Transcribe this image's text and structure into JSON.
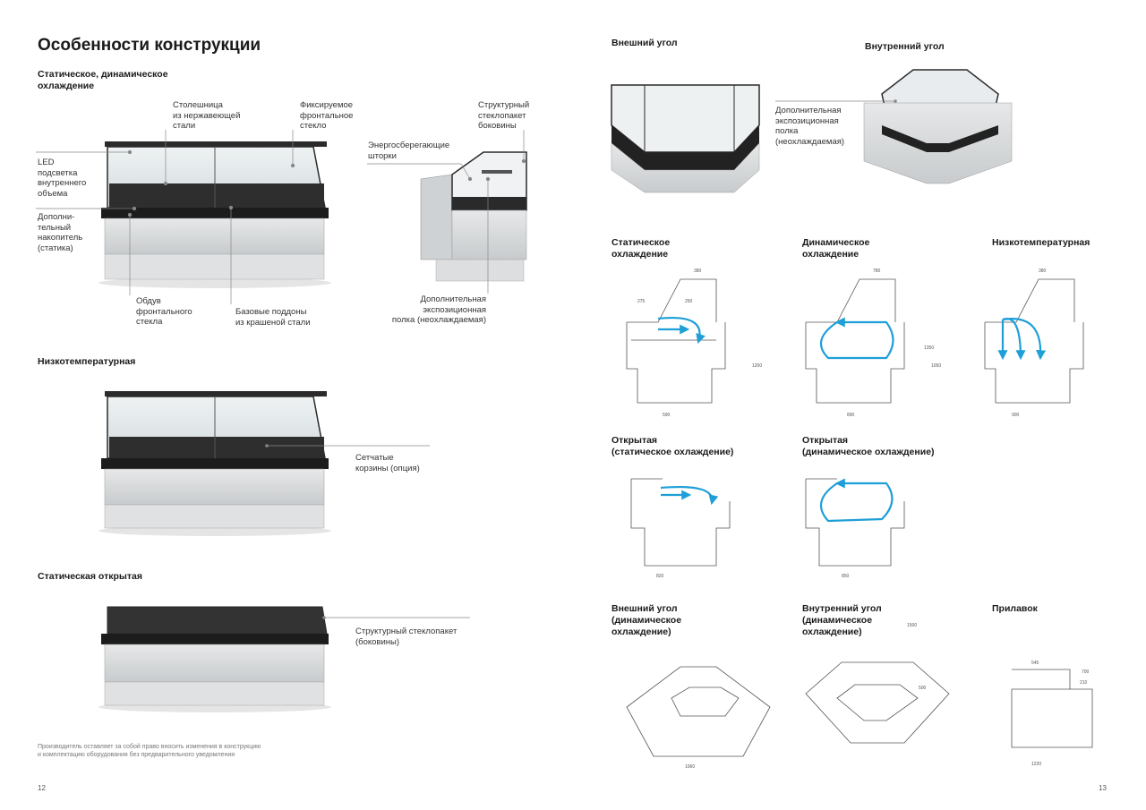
{
  "left": {
    "title": "Особенности конструкции",
    "sections": {
      "static_dynamic": "Статическое, динамическое\nохлаждение",
      "lowtemp": "Низкотемпературная",
      "static_open": "Статическая открытая"
    },
    "callouts": {
      "top_steel": "Столешница\nиз нержавеющей\nстали",
      "fixed_glass": "Фиксируемое\nфронтальное\nстекло",
      "struct_glass": "Структурный\nстеклопакет\nбоковины",
      "energy_curtains": "Энергосберегающие\nшторки",
      "led": "LED\nподсветка\nвнутреннего\nобъема",
      "extra_storage": "Дополни-\nтельный\nнакопитель\n(статика)",
      "airflow": "Обдув\nфронтального\nстекла",
      "base_trays": "Базовые поддоны\nиз крашеной стали",
      "extra_shelf": "Дополнительная\nэкспозиционная\nполка (неохлаждаемая)",
      "mesh_baskets": "Сетчатые\nкорзины (опция)",
      "struct_glass_sides": "Структурный стеклопакет\n(боковины)"
    },
    "disclaimer": "Производитель оставляет за собой право вносить изменения в конструкцию\nи комплектацию оборудования без предварительного уведомления",
    "page_number": "12"
  },
  "right": {
    "outer_corner": "Внешний угол",
    "inner_corner": "Внутренний угол",
    "extra_shelf": "Дополнительная\nэкспозиционная\nполка\n(неохлаждаемая)",
    "diagrams": {
      "static": "Статическое\nохлаждение",
      "dynamic": "Динамическое\nохлаждение",
      "lowtemp": "Низкотемпературная",
      "open_static": "Открытая\n(статическое охлаждение)",
      "open_dynamic": "Открытая\n(динамическое охлаждение)",
      "outer_corner_dyn": "Внешний угол\n(динамическое\nохлаждение)",
      "inner_corner_dyn": "Внутренний угол\n(динамическое\nохлаждение)",
      "counter": "Прилавок"
    },
    "dims": {
      "d380": "380",
      "d275": "275",
      "d250": "250",
      "d590": "590",
      "d780": "780",
      "d1350": "1350",
      "d1500": "1500",
      "d1200": "1200",
      "d820": "820",
      "d850": "850",
      "d1050": "1050",
      "d890": "890",
      "d545": "545",
      "d700": "700",
      "d210": "210",
      "d1220": "1220",
      "d500": "500",
      "d1060": "1060",
      "d900": "900"
    },
    "page_number": "13"
  }
}
